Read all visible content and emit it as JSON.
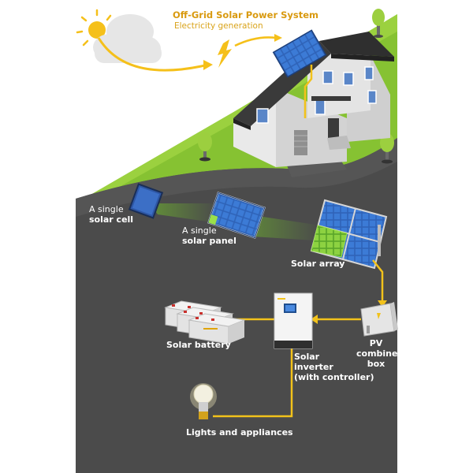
{
  "header": {
    "title": "Off-Grid Solar Power System",
    "subtitle": "Electricity generation"
  },
  "labels": {
    "cell_line1": "A single",
    "cell_line2": "solar cell",
    "panel_line1": "A single",
    "panel_line2": "solar panel",
    "array": "Solar array",
    "battery": "Solar battery",
    "inverter_line1": "Solar",
    "inverter_line2": "inverter",
    "inverter_line3": "(with controller)",
    "combiner_line1": "PV",
    "combiner_line2": "combiner",
    "combiner_line3": "box",
    "lights": "Lights and appliances"
  },
  "colors": {
    "ground": "#4a4a4a",
    "grass": "#86c232",
    "wire": "#f2c21b",
    "sun": "#f5c01a",
    "label": "#ffffff",
    "title": "#d99a10"
  }
}
